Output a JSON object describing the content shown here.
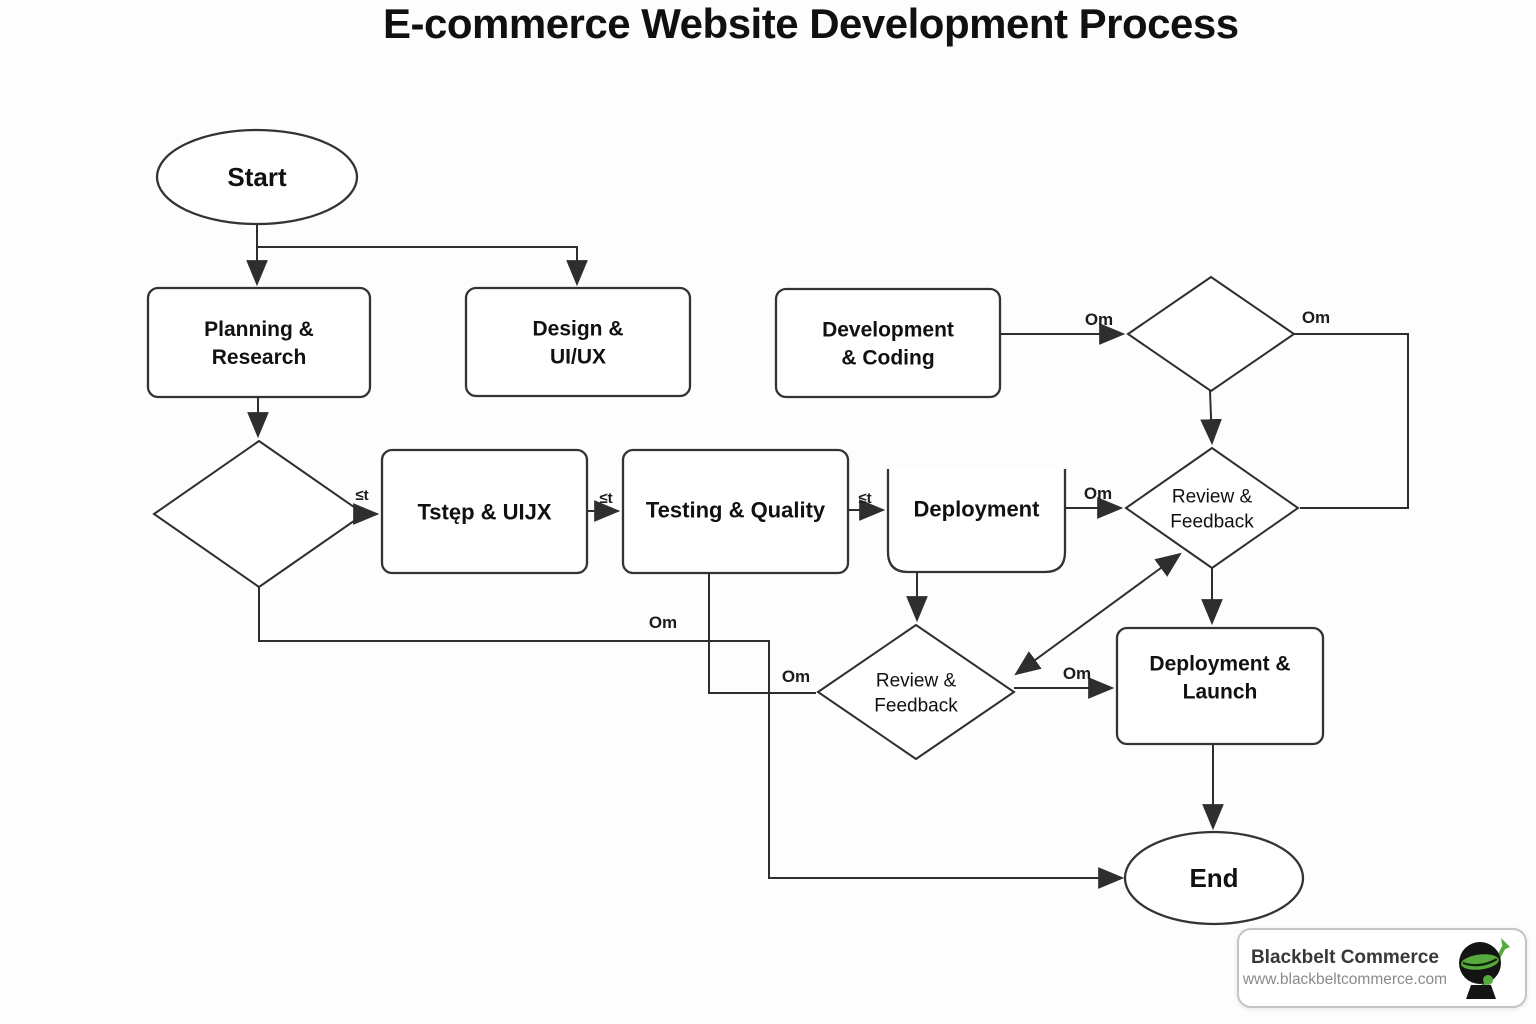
{
  "title": "E-commerce Website Development Process",
  "diagram": {
    "nodes": {
      "start": {
        "label": "Start"
      },
      "planning": {
        "label": "Planning &\nResearch"
      },
      "design": {
        "label": "Design &\nUI/UX"
      },
      "devcoding": {
        "label": "Development\n& Coding"
      },
      "diamond_top": {
        "label": ""
      },
      "diamond_left": {
        "label": ""
      },
      "tstep": {
        "label": "Tstęp & UIJX"
      },
      "testing": {
        "label": "Testing & Quality"
      },
      "deployment": {
        "label": "Deployment"
      },
      "review_top": {
        "label": "Review &\nFeedback"
      },
      "review_bottom": {
        "label": "Review &\nFeedback"
      },
      "launch": {
        "label": "Deployment &\nLaunch"
      },
      "end": {
        "label": "End"
      }
    },
    "edge_labels": {
      "st1": "≤t",
      "st2": "≤t",
      "st3": "≤t",
      "om1": "Om",
      "om2": "Om",
      "om3": "Om",
      "om4": "Om",
      "om5": "Om",
      "om6": "Om"
    }
  },
  "logo": {
    "name": "Blackbelt Commerce",
    "url": "www.blackbeltcommerce.com"
  },
  "colors": {
    "stroke": "#2e2e2e",
    "text": "#111111",
    "logo_green": "#57aa3c",
    "logo_text": "#383838",
    "logo_url": "#8a8a8a"
  }
}
